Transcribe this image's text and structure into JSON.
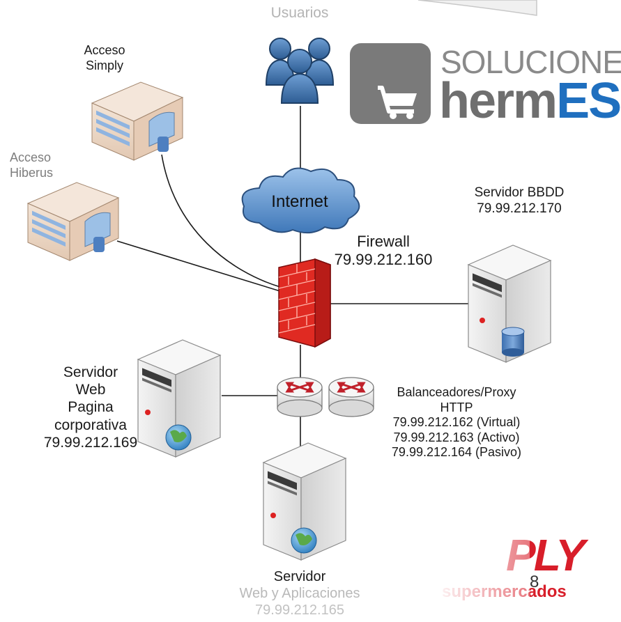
{
  "nodes": {
    "usuarios": {
      "label": "Usuarios"
    },
    "acceso_simply": {
      "line1": "Acceso",
      "line2": "Simply"
    },
    "acceso_hiberus": {
      "line1": "Acceso",
      "line2": "Hiberus"
    },
    "internet": {
      "label": "Internet"
    },
    "firewall": {
      "name": "Firewall",
      "ip": "79.99.212.160"
    },
    "servidor_bbdd": {
      "name": "Servidor BBDD",
      "ip": "79.99.212.170"
    },
    "servidor_web": {
      "line1": "Servidor",
      "line2": "Web",
      "line3": "Pagina",
      "line4": "corporativa",
      "ip": "79.99.212.169"
    },
    "balanceadores": {
      "line1": "Balanceadores/Proxy",
      "line2": "HTTP",
      "virtual": "79.99.212.162 (Virtual)",
      "activo": "79.99.212.163 (Activo)",
      "pasivo": "79.99.212.164 (Pasivo)"
    },
    "servidor_apps": {
      "line1": "Servidor",
      "line2": "Web y Aplicaciones",
      "ip": "79.99.212.165"
    }
  },
  "logos": {
    "soluciones": "SOLUCIONES",
    "herm": "herm",
    "es": "ES",
    "ply": "PLY",
    "supermercados": "supermercados"
  },
  "page_number": "8",
  "colors": {
    "firewall_red": "#d42020",
    "cloud_blue": "#4f86c6",
    "user_blue": "#3d6fa8",
    "hermes_blue": "#1f6fbf",
    "simply_red": "#d81e2a",
    "router_red": "#c0202a"
  },
  "icons": [
    "users-icon",
    "building-icon",
    "cloud-icon",
    "firewall-icon",
    "server-icon",
    "router-icon",
    "globe-icon",
    "database-icon",
    "cart-icon"
  ]
}
